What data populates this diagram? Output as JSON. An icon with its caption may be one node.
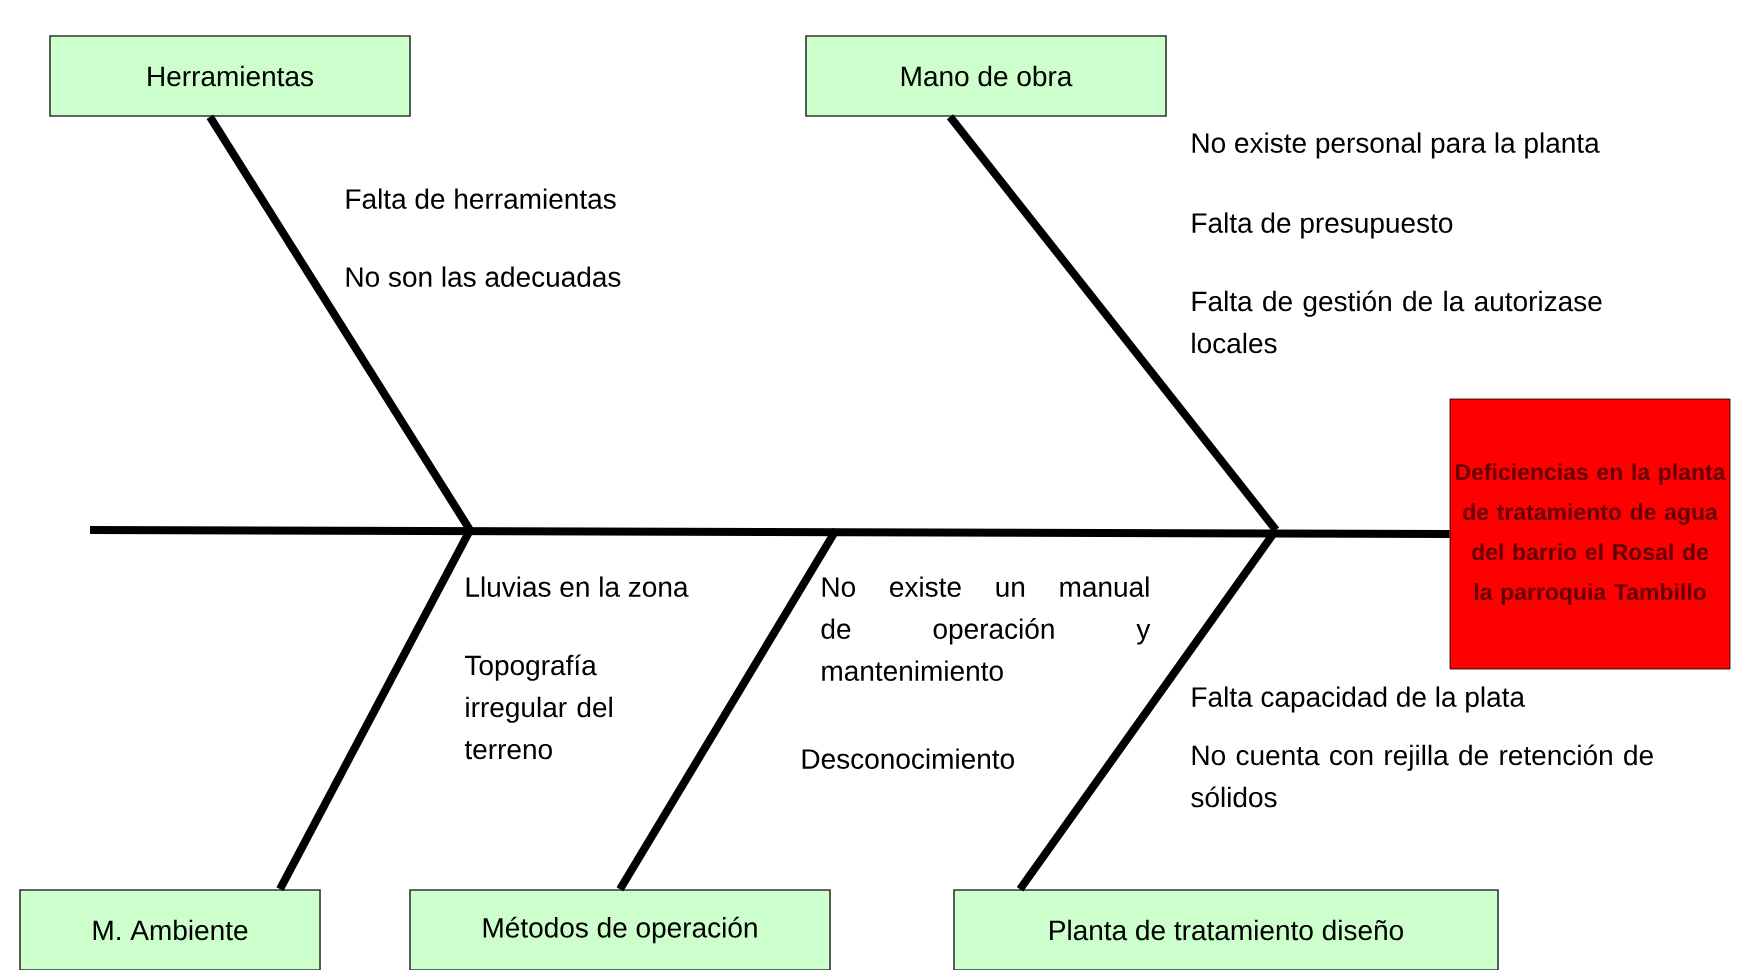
{
  "diagram": {
    "nodes": [
      {
        "text": [
          "Herramientas"
        ]
      },
      {
        "text": [
          "Mano de obra"
        ]
      },
      {
        "text": [
          "Deficiencias en la planta de tratamiento de agua del barrio el Rosal de la parroquia Tambillo"
        ]
      },
      {
        "text": [
          "M. Ambiente"
        ]
      },
      {
        "text": [
          "Métodos de operación"
        ]
      },
      {
        "text": [
          "Planta de tratamiento diseño"
        ]
      }
    ],
    "edges": [
      {
        "from": null,
        "to": 2,
        "arrow": "none"
      },
      {
        "from": 0,
        "to": null,
        "arrow": "none"
      },
      {
        "from": 1,
        "to": null,
        "arrow": "none"
      },
      {
        "from": 3,
        "to": null,
        "arrow": "none"
      },
      {
        "from": 4,
        "to": null,
        "arrow": "none"
      },
      {
        "from": 5,
        "to": null,
        "arrow": "none"
      }
    ],
    "labels": [
      "Falta de herramientas",
      "No son las adecuadas",
      "No existe personal para la planta",
      "Falta de presupuesto",
      "Falta de gestión de la autorizase locales",
      "Lluvias en la zona",
      "Topografía irregular del terreno",
      "No existe un manual de operación y mantenimiento",
      "Desconocimiento",
      "Falta capacidad de la plata",
      "No cuenta con rejilla de retención de sólidos"
    ]
  }
}
